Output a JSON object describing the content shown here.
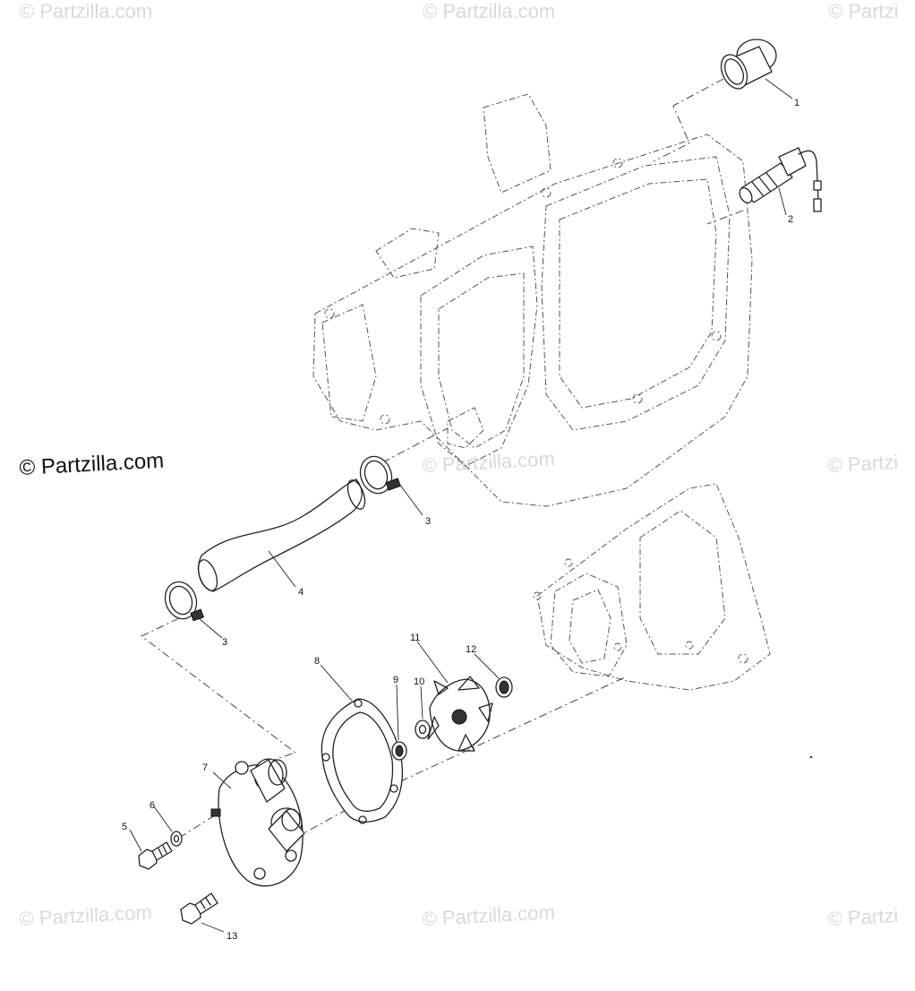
{
  "watermarks": {
    "top_left": "© Partzilla.com",
    "top_center": "© Partzilla.com",
    "top_right": "© Partzi",
    "mid_left": "© Partzilla.com",
    "mid_center": "© Partzilla.com",
    "mid_right": "© Partzi",
    "bottom_left": "© Partzilla.com",
    "bottom_center": "© Partzilla.com",
    "bottom_right": "© Partzi"
  },
  "callouts": {
    "c1": "1",
    "c2": "2",
    "c3a": "3",
    "c3b": "3",
    "c4": "4",
    "c5": "5",
    "c6": "6",
    "c7": "7",
    "c8": "8",
    "c9": "9",
    "c10": "10",
    "c11": "11",
    "c12": "12",
    "c13": "13"
  }
}
